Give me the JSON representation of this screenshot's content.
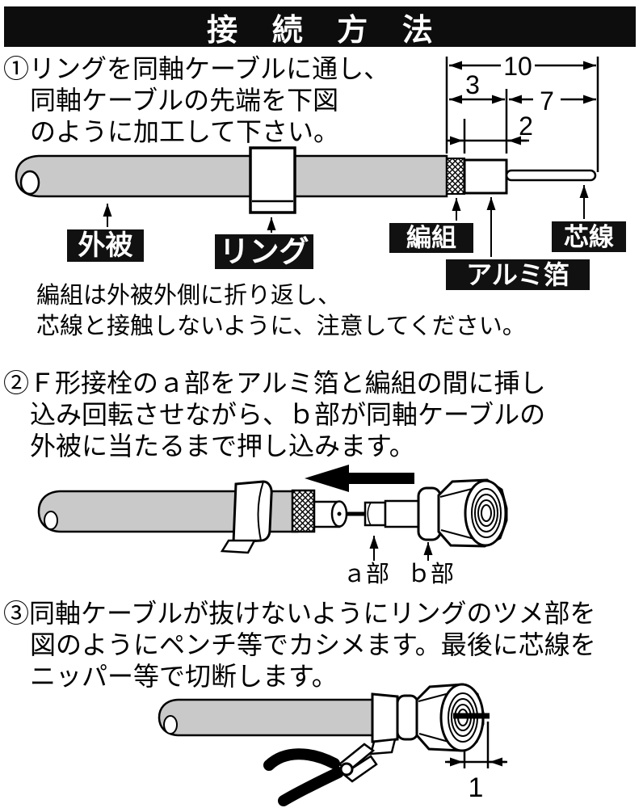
{
  "title": "接 続 方 法",
  "colors": {
    "background": "#ffffff",
    "ink": "#000000",
    "cable_gray": "#c9c9c9",
    "label_bg": "#111111",
    "label_text": "#ffffff"
  },
  "step1": {
    "lines": [
      "①リングを同軸ケーブルに通し、",
      "同軸ケーブルの先端を下図",
      "のように加工して下さい。"
    ]
  },
  "note": {
    "lines": [
      "編組は外被外側に折り返し、",
      "芯線と接触しないように、注意してください。"
    ]
  },
  "step2": {
    "lines": [
      "②Ｆ形接栓のａ部をアルミ箔と編組の間に挿し",
      "込み回転させながら、ｂ部が同軸ケーブルの",
      "外被に当たるまで押し込みます。"
    ]
  },
  "step3": {
    "lines": [
      "③同軸ケーブルが抜けないようにリングのツメ部を",
      "図のようにペンチ等でカシメます。最後に芯線を",
      "ニッパー等で切断します。"
    ]
  },
  "diagram1": {
    "dims": {
      "total": "10",
      "front": "3",
      "core": "7",
      "foil": "2"
    },
    "labels": {
      "sheath": "外被",
      "ring": "リング",
      "braid": "編組",
      "foil": "アルミ箔",
      "core": "芯線"
    }
  },
  "diagram2": {
    "labels": {
      "a": "ａ部",
      "b": "ｂ部"
    }
  },
  "diagram3": {
    "dims": {
      "protrusion": "1"
    }
  }
}
